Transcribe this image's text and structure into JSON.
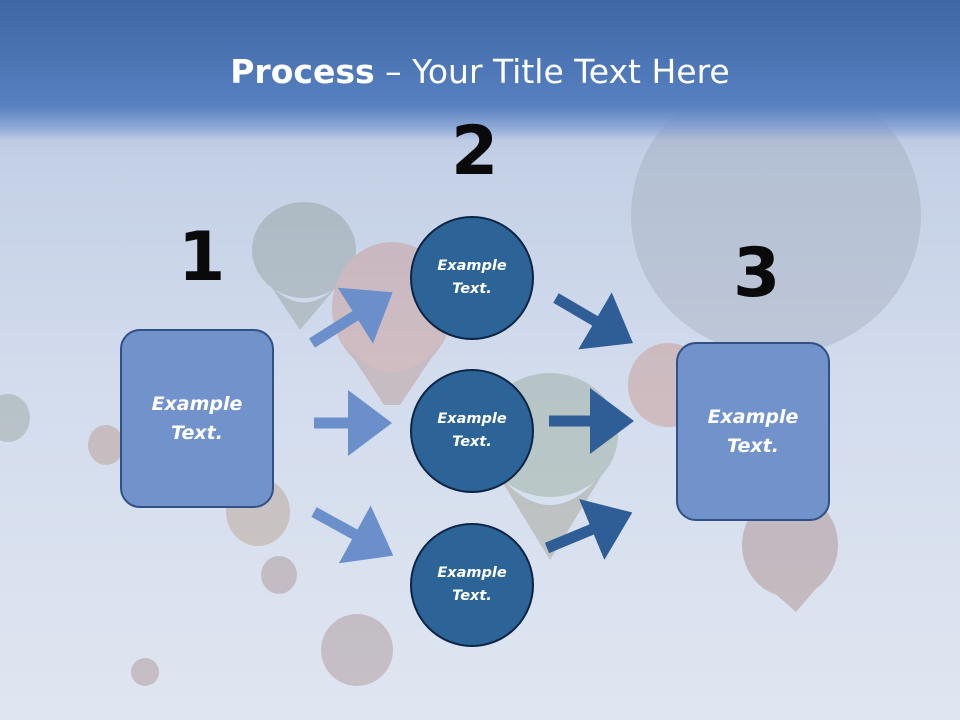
{
  "slide": {
    "title_bold": "Process",
    "title_rest": " – Your Title Text Here"
  },
  "steps": [
    {
      "number": "1",
      "text": "Example Text."
    },
    {
      "number": "2",
      "text": ""
    },
    {
      "number": "3",
      "text": "Example Text."
    }
  ],
  "circles": [
    {
      "text": "Example Text."
    },
    {
      "text": "Example Text."
    },
    {
      "text": "Example Text."
    }
  ],
  "colors": {
    "header": "#4a72b3",
    "box_fill": "#7192ca",
    "box_border": "#2f5185",
    "circle_fill": "#2d6498",
    "circle_border": "#0d2545",
    "arrow_light": "#6a8fcb",
    "arrow_dark": "#2e5e95"
  },
  "background": {
    "picture": "hot-air-balloons-sky"
  }
}
